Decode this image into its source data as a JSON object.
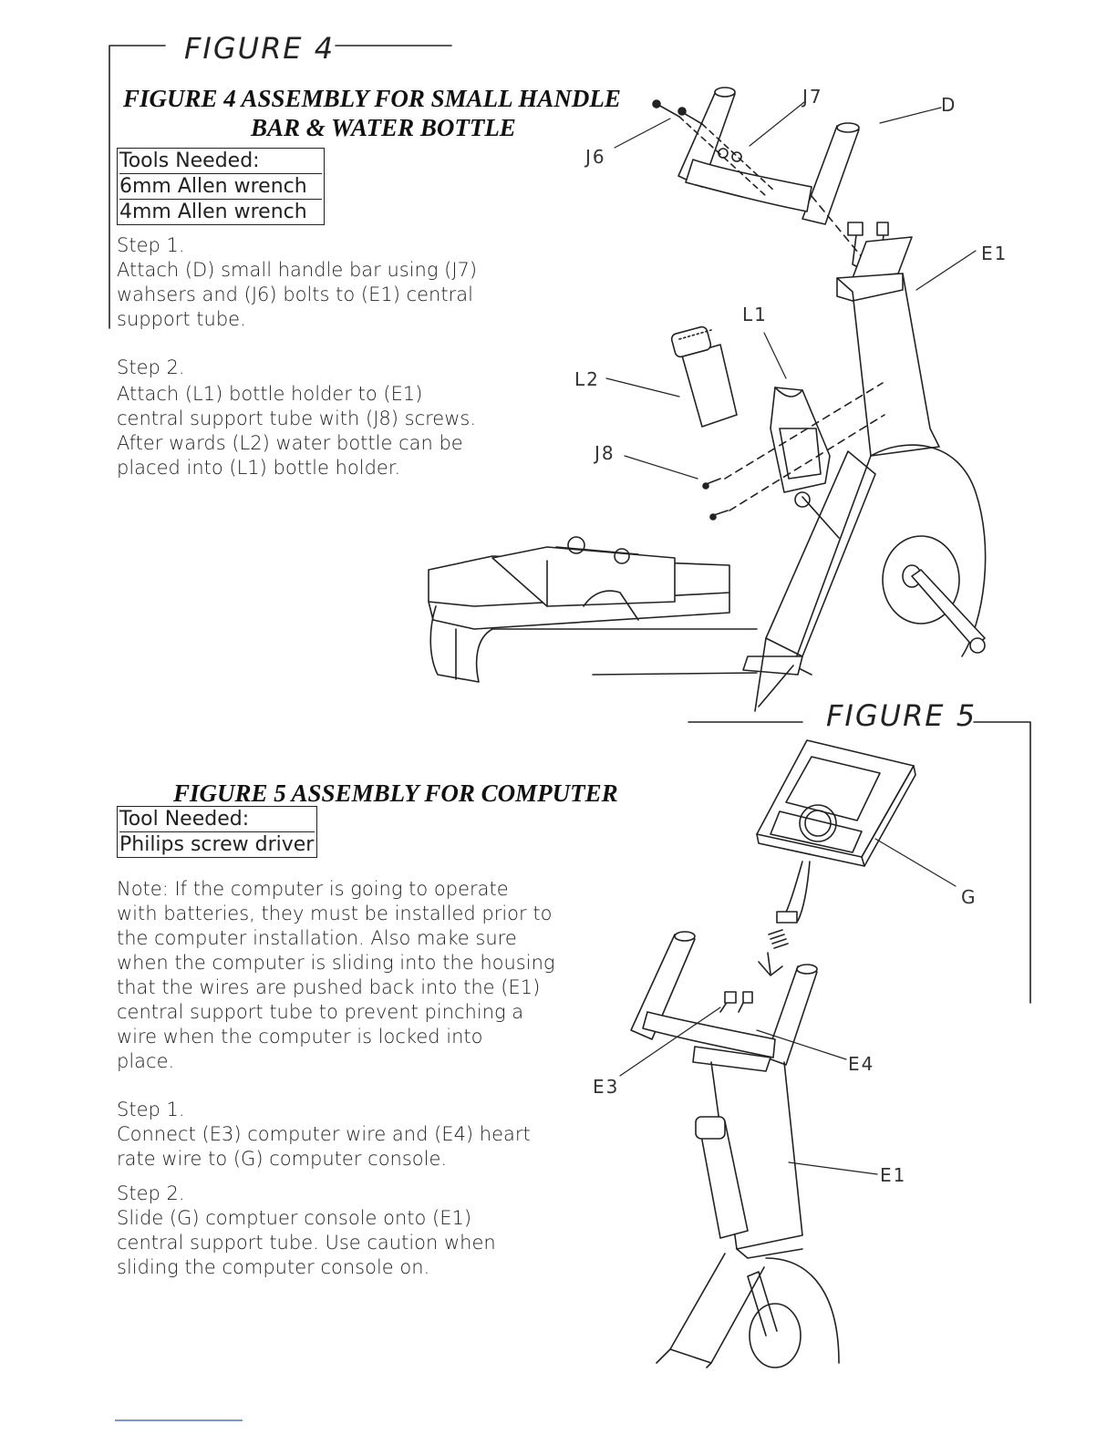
{
  "figure4": {
    "handwritten_label": "FIGURE 4",
    "title_line1": "FIGURE  4  ASSEMBLY FOR SMALL HANDLE",
    "title_line2": "BAR & WATER BOTTLE",
    "tools": [
      "Tools Needed:",
      "6mm Allen wrench",
      "4mm Allen wrench"
    ],
    "step1_heading": "Step 1.",
    "step1_text": "Attach (D) small handle bar using (J7)\nwahsers and (J6) bolts to (E1) central\nsupport tube.",
    "step2_heading": "Step 2.",
    "step2_text": "Attach (L1) bottle holder to (E1)\ncentral support tube with (J8) screws.\nAfter wards (L2) water bottle can be\nplaced into (L1) bottle holder.",
    "callouts": {
      "j6": "J6",
      "j7": "J7",
      "d": "D",
      "e1": "E1",
      "l1": "L1",
      "l2": "L2",
      "j8": "J8"
    }
  },
  "figure5": {
    "handwritten_label": "FIGURE 5",
    "title": "FIGURE  5  ASSEMBLY FOR COMPUTER",
    "tools": [
      "Tool Needed:",
      "Philips screw driver"
    ],
    "note_text": "Note: If the computer is going to operate\nwith batteries, they must be installed prior to\nthe computer installation. Also make sure\nwhen the computer is sliding into the housing\nthat the wires are pushed back into the (E1)\ncentral support tube to prevent pinching a\nwire when the computer is locked into\nplace.",
    "step1_heading": "Step 1.",
    "step1_text": "Connect (E3) computer wire and (E4) heart\nrate wire to (G) computer console.",
    "step2_heading": "Step 2.",
    "step2_text": "Slide (G) comptuer console onto (E1)\ncentral support tube. Use caution when\nsliding the computer console on.",
    "callouts": {
      "g": "G",
      "e3": "E3",
      "e4": "E4",
      "e1": "E1"
    }
  },
  "colors": {
    "ink": "#222222",
    "link_underline": "#3355cc"
  }
}
